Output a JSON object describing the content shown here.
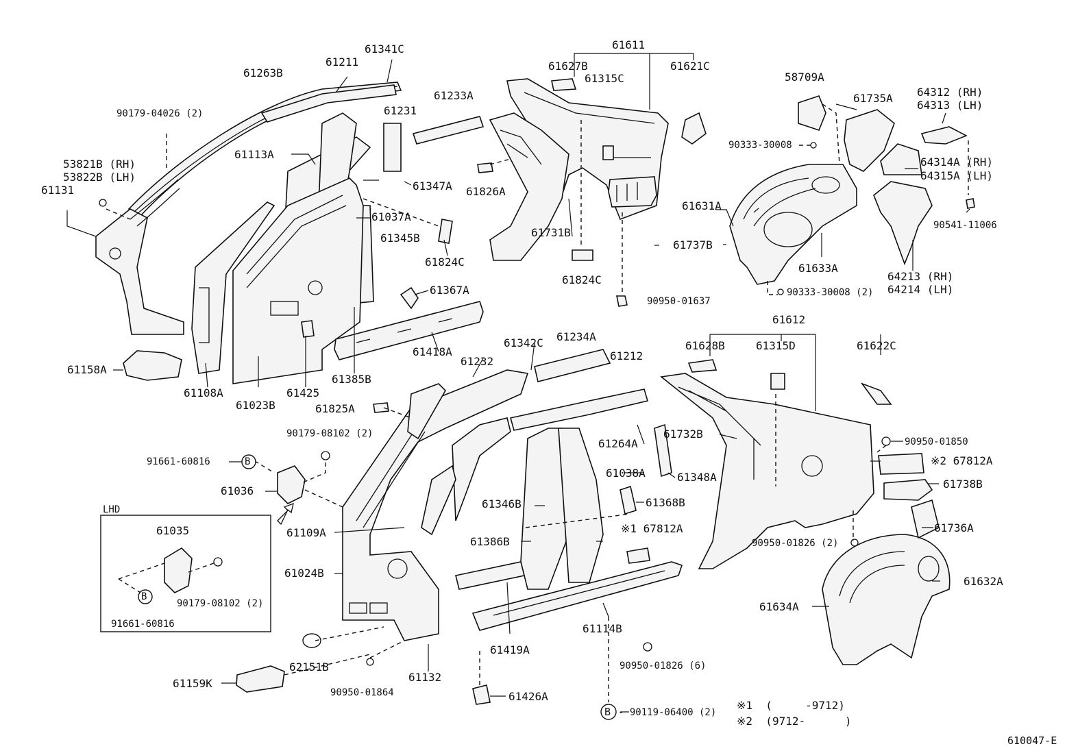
{
  "labels": {
    "l61263B": "61263B",
    "l61211": "61211",
    "l61341C": "61341C",
    "l61231": "61231",
    "l61233A": "61233A",
    "l90179_04026": "90179-04026 (2)",
    "l61113A": "61113A",
    "l53821B": "53821B (RH)",
    "l53822B": "53822B (LH)",
    "l61131": "61131",
    "l61347A": "61347A",
    "l61037A": "61037A",
    "l61345B": "61345B",
    "l61824C_a": "61824C",
    "l61367A": "61367A",
    "l61418A": "61418A",
    "l61158A": "61158A",
    "l61108A": "61108A",
    "l61023B": "61023B",
    "l61425": "61425",
    "l61385B": "61385B",
    "l61611": "61611",
    "l61627B": "61627B",
    "l61315C": "61315C",
    "l61621C": "61621C",
    "l61826A": "61826A",
    "l61731B": "61731B",
    "l61737B": "61737B",
    "l61824C_b": "61824C",
    "l90950_01637": "90950-01637",
    "l58709A": "58709A",
    "l61735A": "61735A",
    "l64312": "64312 (RH)",
    "l64313": "64313 (LH)",
    "l90333_30008": "90333-30008",
    "l64314A": "64314A (RH)",
    "l64315A": "64315A (LH)",
    "l61631A": "61631A",
    "l90541_11006": "90541-11006",
    "l61633A": "61633A",
    "l64213": "64213 (RH)",
    "l64214": "64214 (LH)",
    "l90333_30008_2": "90333-30008 (2)",
    "l61612": "61612",
    "l61628B": "61628B",
    "l61315D": "61315D",
    "l61622C": "61622C",
    "l61342C": "61342C",
    "l61234A": "61234A",
    "l61212": "61212",
    "l61232": "61232",
    "l61825A": "61825A",
    "l90179_08102_a": "90179-08102 (2)",
    "l91661_60816_a": "91661-60816",
    "l61036": "61036",
    "l61264A": "61264A",
    "l61732B": "61732B",
    "l90950_01850": "90950-01850",
    "l67812A_2": "※2 67812A",
    "l61038A": "61038A",
    "l61348A": "61348A",
    "l61738B": "61738B",
    "l61346B": "61346B",
    "l61368B": "61368B",
    "l61109A": "61109A",
    "l67812A_1": "※1 67812A",
    "l61736A": "61736A",
    "l61386B": "61386B",
    "l90950_01826_2": "90950-01826 (2)",
    "l61024B": "61024B",
    "l61632A": "61632A",
    "l61634A": "61634A",
    "l61419A": "61419A",
    "l61114B": "61114B",
    "l62151B": "62151B",
    "l61132": "61132",
    "l90950_01826_6": "90950-01826 (6)",
    "l61159K": "61159K",
    "l90950_01864": "90950-01864",
    "l61426A": "61426A",
    "l90119_06400": "- 90119-06400 (2)",
    "lhd": "LHD",
    "l61035": "61035",
    "l90179_08102_b": "90179-08102 (2)",
    "l91661_60816_b": "91661-60816",
    "note1": "※1  (     -9712)",
    "note2": "※2  (9712-      )",
    "diagram_id": "610047-E",
    "circleB": "B"
  }
}
